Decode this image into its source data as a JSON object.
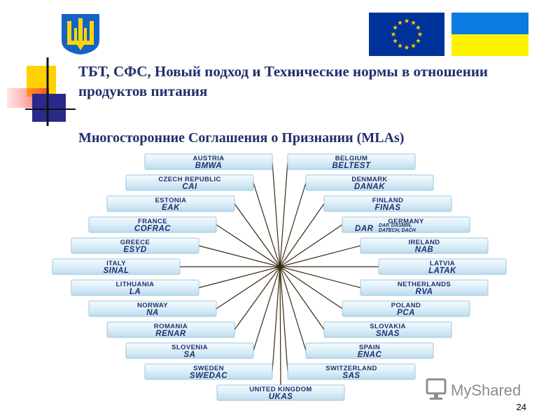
{
  "slide": {
    "title": "ТБТ, СФС, Новый подход и Технические нормы в отношении продуктов питания",
    "subtitle": "Многосторонние Соглашения о Признании (MLAs)",
    "page_number": "24",
    "watermark": "MyShared"
  },
  "colors": {
    "title": "#1f2f6b",
    "label_fill": "#dceef8",
    "label_edge": "#9fc6dc",
    "line": "#3a2a10",
    "eu_blue": "#003399",
    "eu_star": "#ffcc00",
    "ua_blue": "#0a7be0",
    "ua_yellow": "#fff200"
  },
  "icons": [
    "ukraine-trident-icon",
    "eu-flag-icon",
    "ukraine-flag-icon",
    "decorative-squares-icon",
    "monitor-icon"
  ],
  "diagram": {
    "left": [
      {
        "country": "AUSTRIA",
        "org": "BMWA"
      },
      {
        "country": "CZECH REPUBLIC",
        "org": "CAI"
      },
      {
        "country": "ESTONIA",
        "org": "EAK"
      },
      {
        "country": "FRANCE",
        "org": "COFRAC"
      },
      {
        "country": "GREECE",
        "org": "ESYD"
      },
      {
        "country": "ITALY",
        "org": "SINAL"
      },
      {
        "country": "LITHUANIA",
        "org": "LA"
      },
      {
        "country": "NORWAY",
        "org": "NA"
      },
      {
        "country": "ROMANIA",
        "org": "RENAR"
      },
      {
        "country": "SLOVENIA",
        "org": "SA"
      },
      {
        "country": "SWEDEN",
        "org": "SWEDAC"
      }
    ],
    "right": [
      {
        "country": "BELGIUM",
        "org": "BELTEST"
      },
      {
        "country": "DENMARK",
        "org": "DANAK"
      },
      {
        "country": "FINLAND",
        "org": "FINAS"
      },
      {
        "country": "GERMANY",
        "org": "DAR",
        "org_extra_1": "DAP, DASMIN,",
        "org_extra_2": "DATECH, DACH"
      },
      {
        "country": "IRELAND",
        "org": "NAB"
      },
      {
        "country": "LATVIA",
        "org": "LATAK"
      },
      {
        "country": "NETHERLANDS",
        "org": "RVA"
      },
      {
        "country": "POLAND",
        "org": "PCA"
      },
      {
        "country": "SLOVAKIA",
        "org": "SNAS"
      },
      {
        "country": "SPAIN",
        "org": "ENAC"
      },
      {
        "country": "SWITZERLAND",
        "org": "SAS"
      }
    ],
    "bottom": {
      "country": "UNITED KINGDOM",
      "org": "UKAS"
    }
  }
}
